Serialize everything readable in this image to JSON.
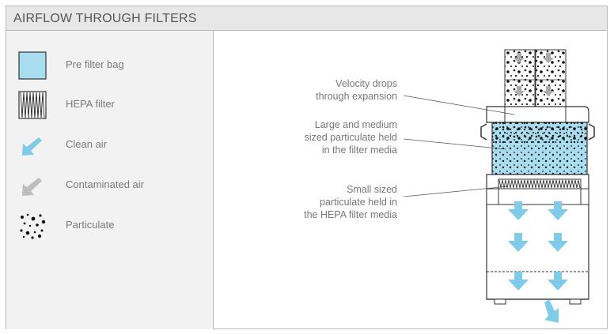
{
  "header": {
    "title": "AIRFLOW THROUGH FILTERS"
  },
  "legend": [
    {
      "label": "Pre filter bag",
      "icon": "prefilter-swatch-icon",
      "color": "#a8dcef"
    },
    {
      "label": "HEPA filter",
      "icon": "hepa-swatch-icon"
    },
    {
      "label": "Clean air",
      "icon": "clean-air-arrow-icon",
      "color": "#7fcbe9"
    },
    {
      "label": "Contaminated air",
      "icon": "contaminated-air-arrow-icon",
      "color": "#bdbdbd"
    },
    {
      "label": "Particulate",
      "icon": "particulate-icon",
      "color": "#111111"
    }
  ],
  "callouts": {
    "velocity_line1": "Velocity drops",
    "velocity_line2": "through expansion",
    "large_line1": "Large and medium",
    "large_line2": "sized particulate held",
    "large_line3": "in the filter media",
    "small_line1": "Small sized",
    "small_line2": "particulate held in",
    "small_line3": "the HEPA filter media"
  },
  "colors": {
    "prefilter": "#a8dcef",
    "clean_air": "#7fcbe9",
    "contaminated_air": "#bdbdbd",
    "outline": "#333333"
  }
}
